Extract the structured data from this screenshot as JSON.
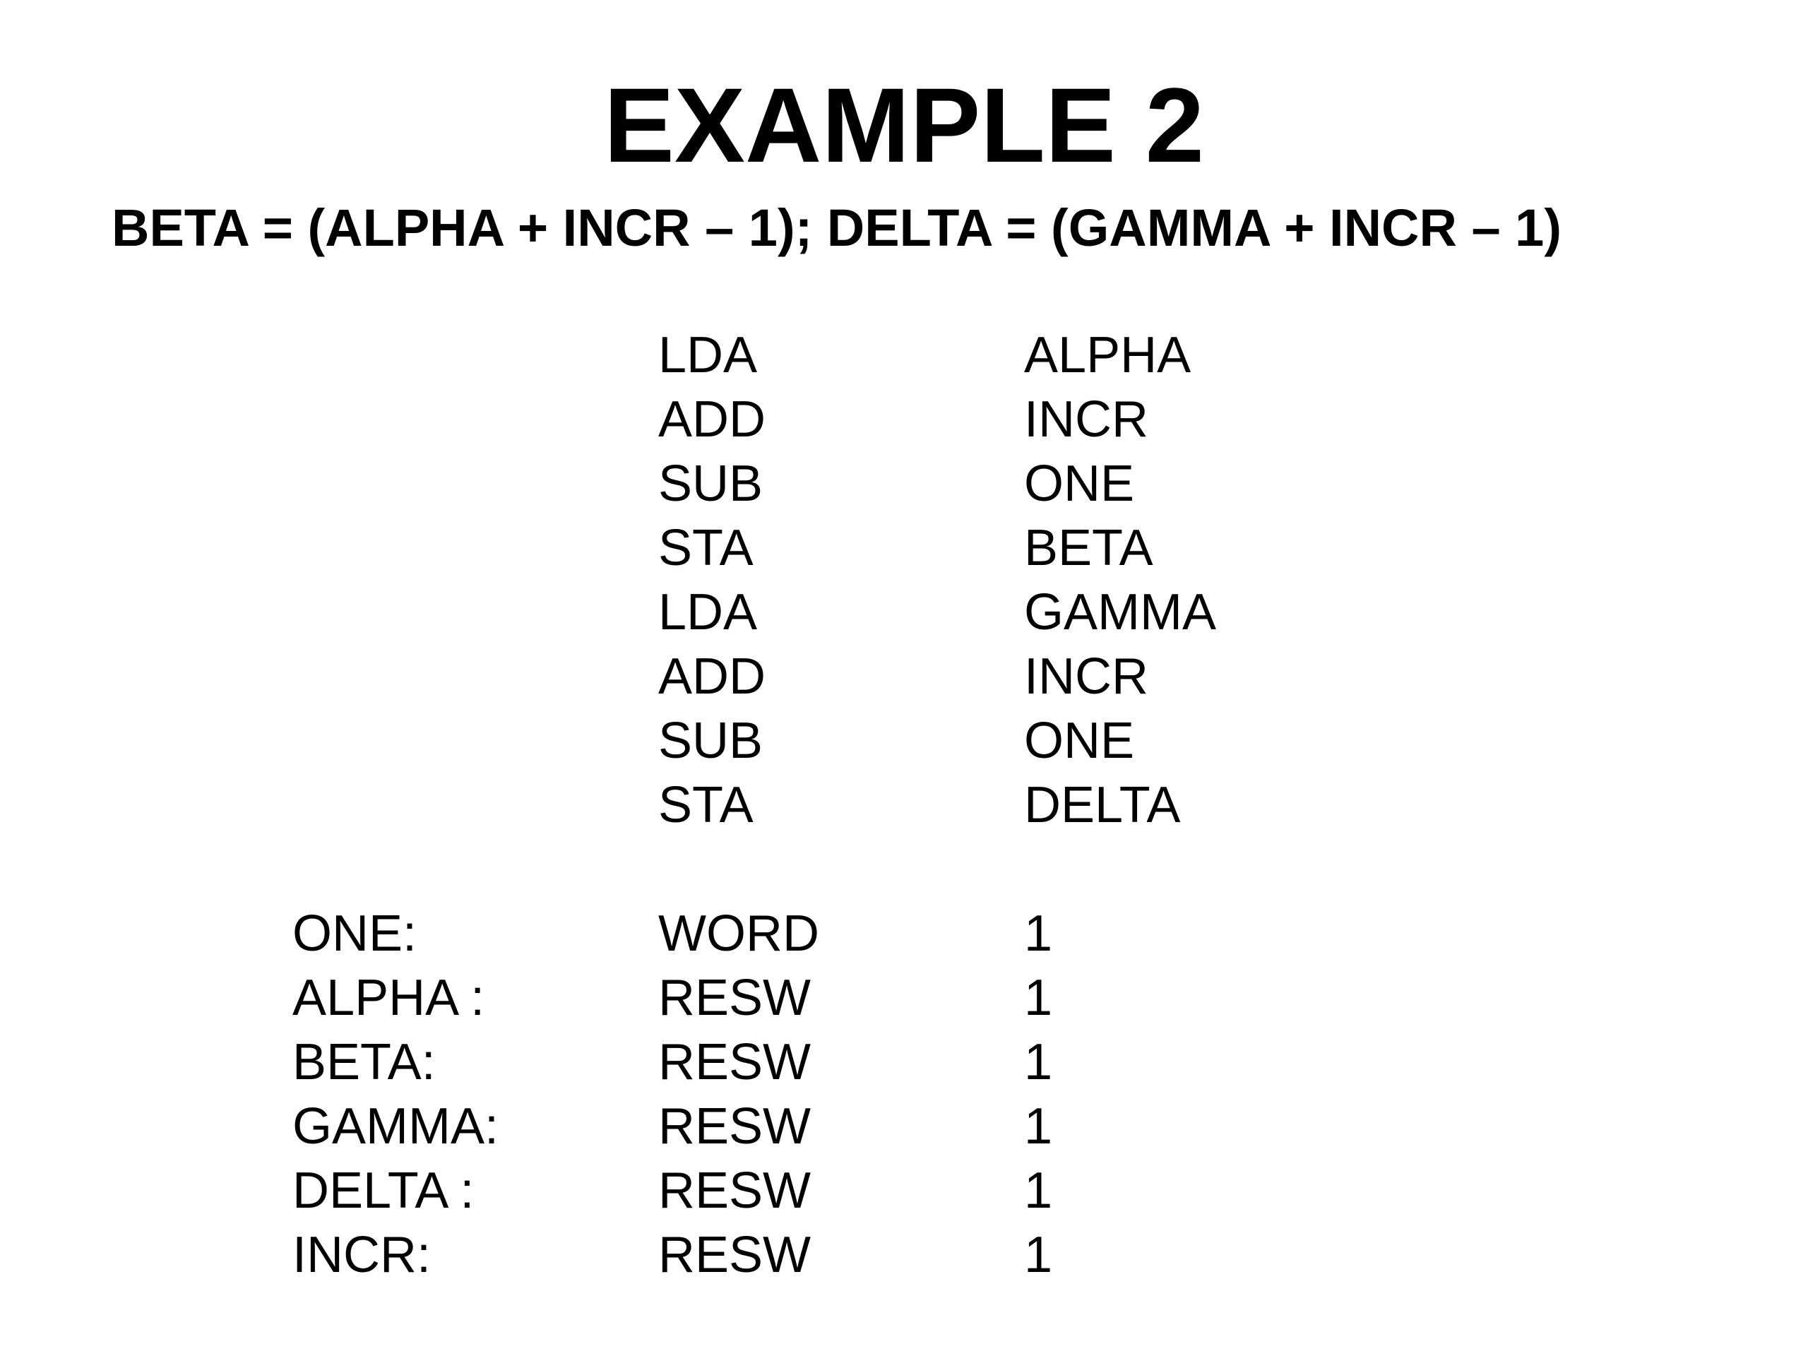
{
  "slide": {
    "title": "EXAMPLE 2",
    "formula": "BETA = (ALPHA + INCR – 1); DELTA = (GAMMA + INCR – 1)"
  },
  "instructions": [
    {
      "op": "LDA",
      "arg": "ALPHA"
    },
    {
      "op": "ADD",
      "arg": "INCR"
    },
    {
      "op": "SUB",
      "arg": "ONE"
    },
    {
      "op": "STA",
      "arg": "BETA"
    },
    {
      "op": "LDA",
      "arg": "GAMMA"
    },
    {
      "op": "ADD",
      "arg": "INCR"
    },
    {
      "op": "SUB",
      "arg": "ONE"
    },
    {
      "op": "STA",
      "arg": "DELTA"
    }
  ],
  "declarations": [
    {
      "label": "ONE:",
      "op": "WORD",
      "arg": "1"
    },
    {
      "label": "ALPHA :",
      "op": "RESW",
      "arg": "1"
    },
    {
      "label": "BETA:",
      "op": "RESW",
      "arg": "1"
    },
    {
      "label": "GAMMA:",
      "op": "RESW",
      "arg": "1"
    },
    {
      "label": "DELTA :",
      "op": "RESW",
      "arg": "1"
    },
    {
      "label": "INCR:",
      "op": "RESW",
      "arg": "1"
    }
  ]
}
